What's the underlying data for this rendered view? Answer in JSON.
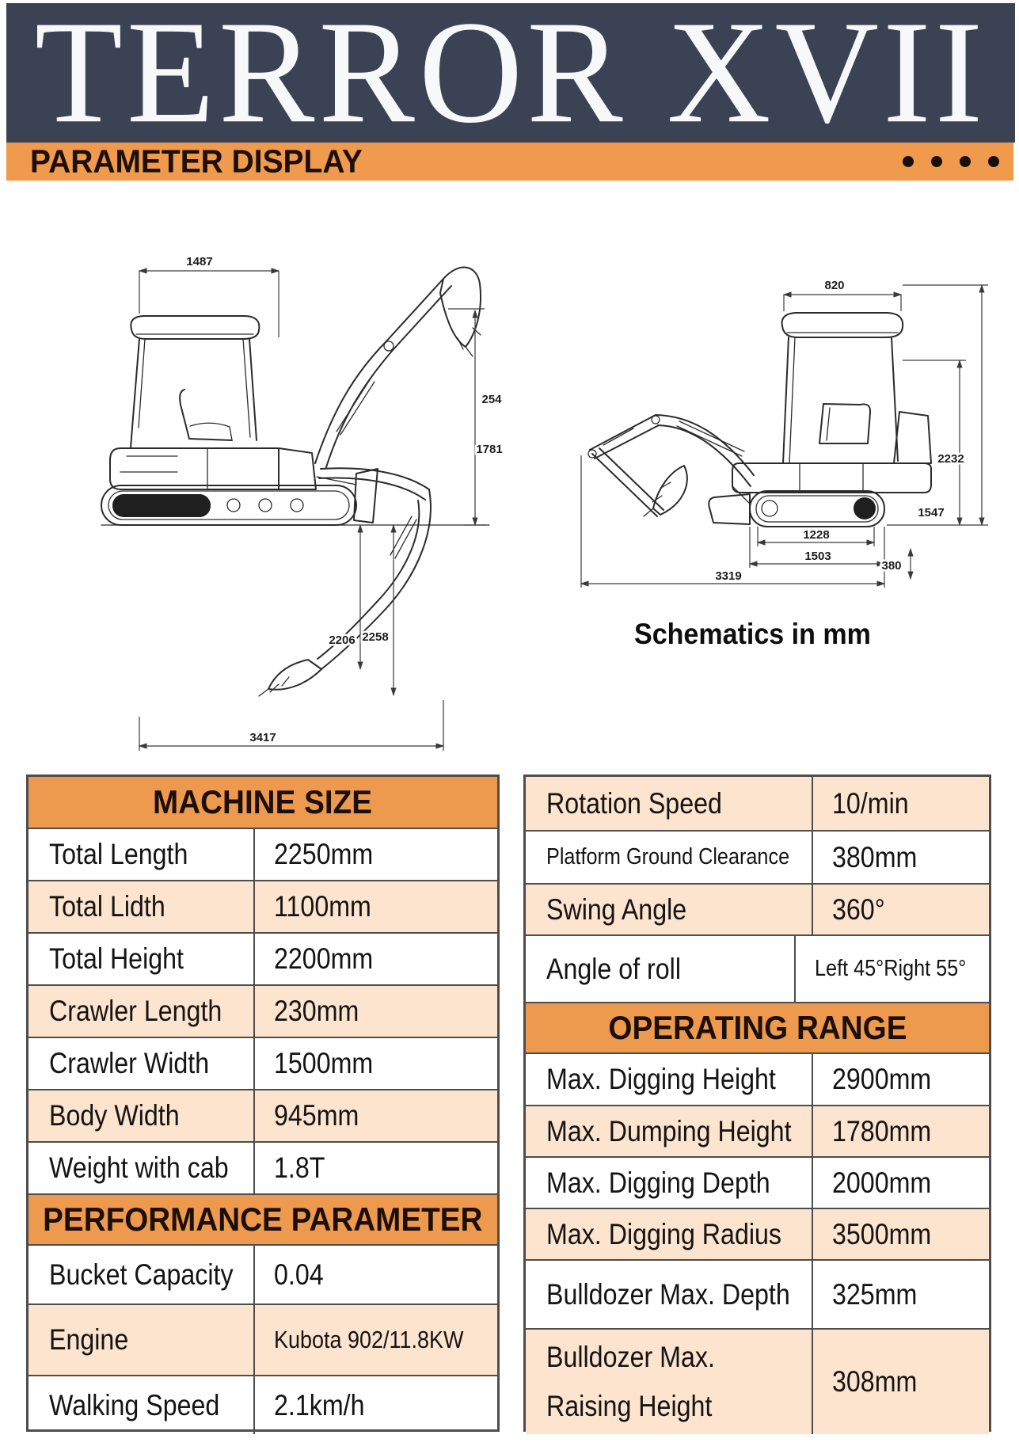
{
  "header": {
    "title": "TERROR XVII"
  },
  "banner": {
    "label": "PARAMETER DISPLAY"
  },
  "schematics": {
    "caption": "Schematics in mm",
    "left": {
      "top_width": "1487",
      "height_upper": "254",
      "height_lower": "1781",
      "depth_inner": "2206",
      "depth_outer": "2258",
      "bottom_width": "3417"
    },
    "right": {
      "cab_width": "820",
      "total_height": "2232",
      "cab_height": "1547",
      "clearance": "380",
      "track_inner": "1228",
      "track_outer": "1503",
      "total_reach": "3319"
    }
  },
  "machine_size": {
    "title": "MACHINE SIZE",
    "rows": [
      {
        "label": "Total Length",
        "value": "2250mm"
      },
      {
        "label": "Total Lidth",
        "value": "1100mm"
      },
      {
        "label": "Total Height",
        "value": "2200mm"
      },
      {
        "label": "Crawler Length",
        "value": "230mm"
      },
      {
        "label": "Crawler Width",
        "value": "1500mm"
      },
      {
        "label": "Body Width",
        "value": "945mm"
      },
      {
        "label": "Weight with cab",
        "value": "1.8T"
      }
    ]
  },
  "performance": {
    "title": "PERFORMANCE PARAMETER",
    "rows": [
      {
        "label": "Bucket Capacity",
        "value": "0.04"
      },
      {
        "label": "Engine",
        "value": "Kubota 902/11.8KW"
      },
      {
        "label": "Walking Speed",
        "value": "2.1km/h"
      }
    ]
  },
  "rotation": {
    "rows": [
      {
        "label": "Rotation Speed",
        "value": "10/min"
      },
      {
        "label": "Platform Ground Clearance",
        "value": "380mm"
      },
      {
        "label": "Swing Angle",
        "value": "360°"
      },
      {
        "label": "Angle of roll",
        "value": "Left 45°Right 55°"
      }
    ]
  },
  "operating_range": {
    "title": "OPERATING RANGE",
    "rows": [
      {
        "label": "Max. Digging Height",
        "value": "2900mm"
      },
      {
        "label": "Max. Dumping Height",
        "value": "1780mm"
      },
      {
        "label": "Max. Digging Depth",
        "value": "2000mm"
      },
      {
        "label": "Max. Digging Radius",
        "value": "3500mm"
      },
      {
        "label": "Bulldozer Max. Depth",
        "value": "325mm"
      },
      {
        "label": "Bulldozer Max.",
        "label2": "Raising Height",
        "value": "308mm"
      }
    ]
  },
  "colors": {
    "navy": "#3B4253",
    "orange_banner": "#EF9A4D",
    "orange_header": "#EE9A4E",
    "peach_row": "#FCE4CE",
    "table_border": "#4D4D4D"
  }
}
